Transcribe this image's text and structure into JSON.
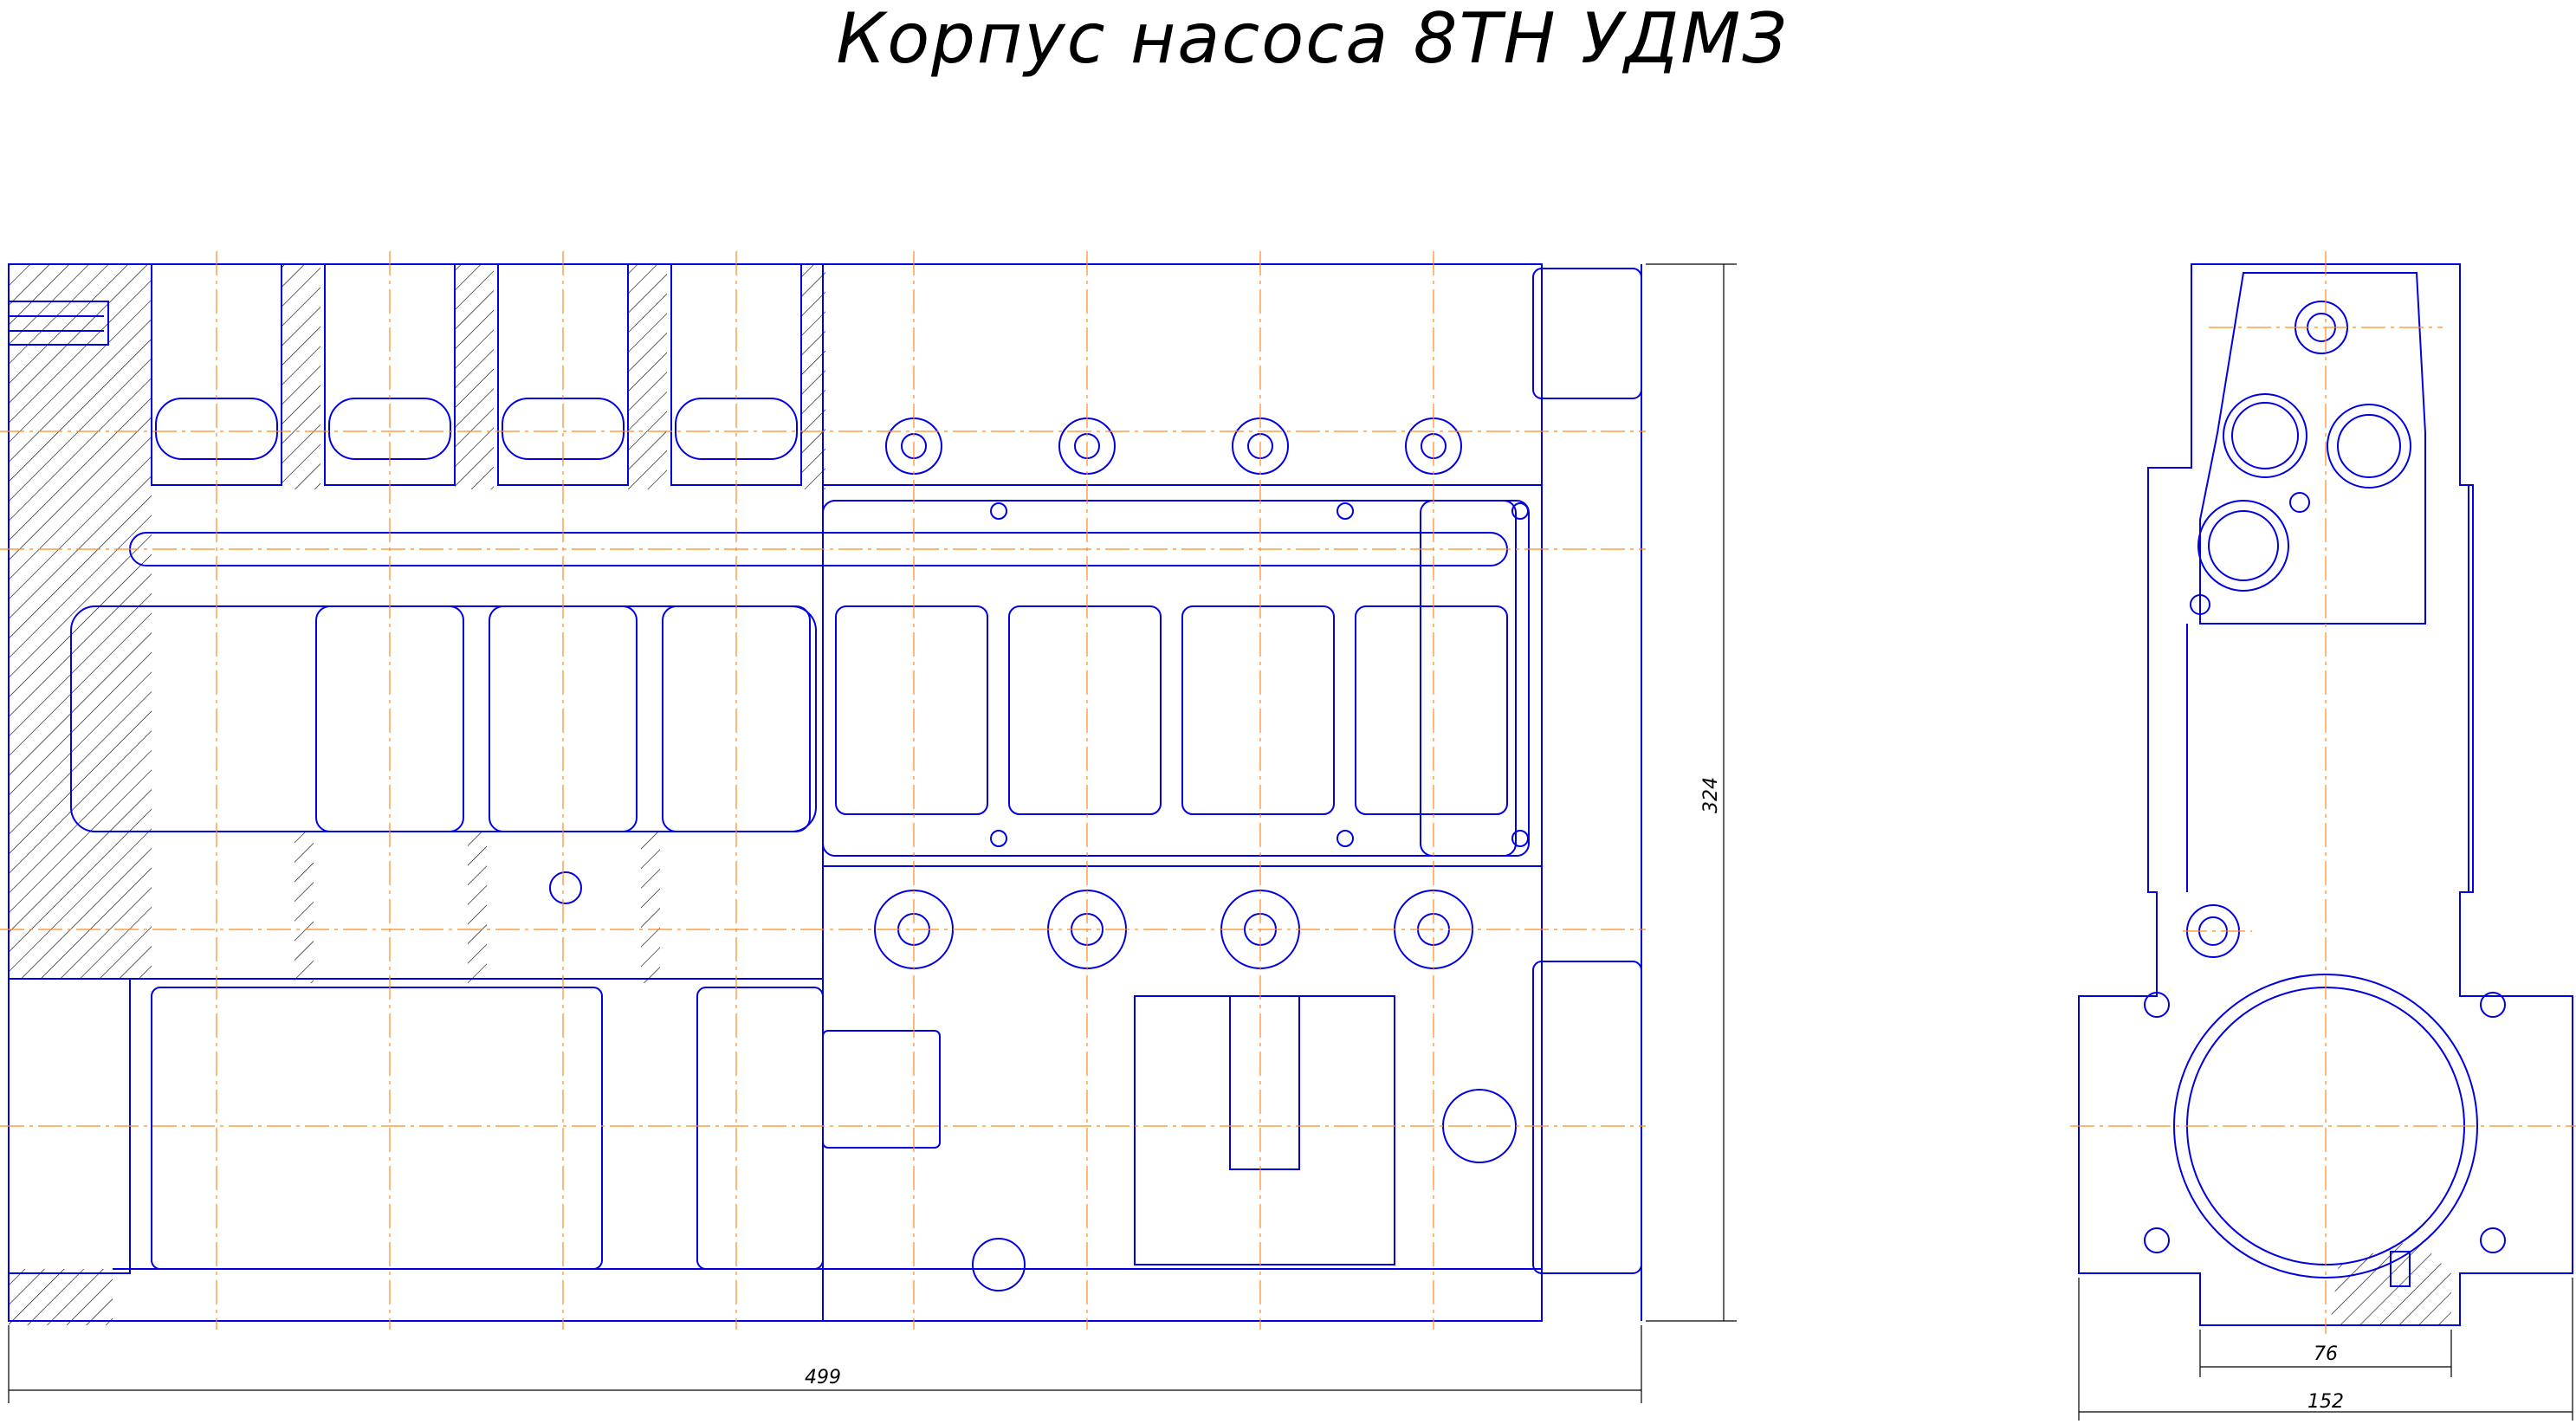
{
  "title": "Корпус насоса 8ТН УДМЗ",
  "dimensions": {
    "length": "499",
    "height": "324",
    "base_width": "76",
    "total_width": "152"
  },
  "colors": {
    "outline": "#0000e0",
    "centerline": "#ff8a1e",
    "dimension": "#000000",
    "hatch": "#000000"
  }
}
